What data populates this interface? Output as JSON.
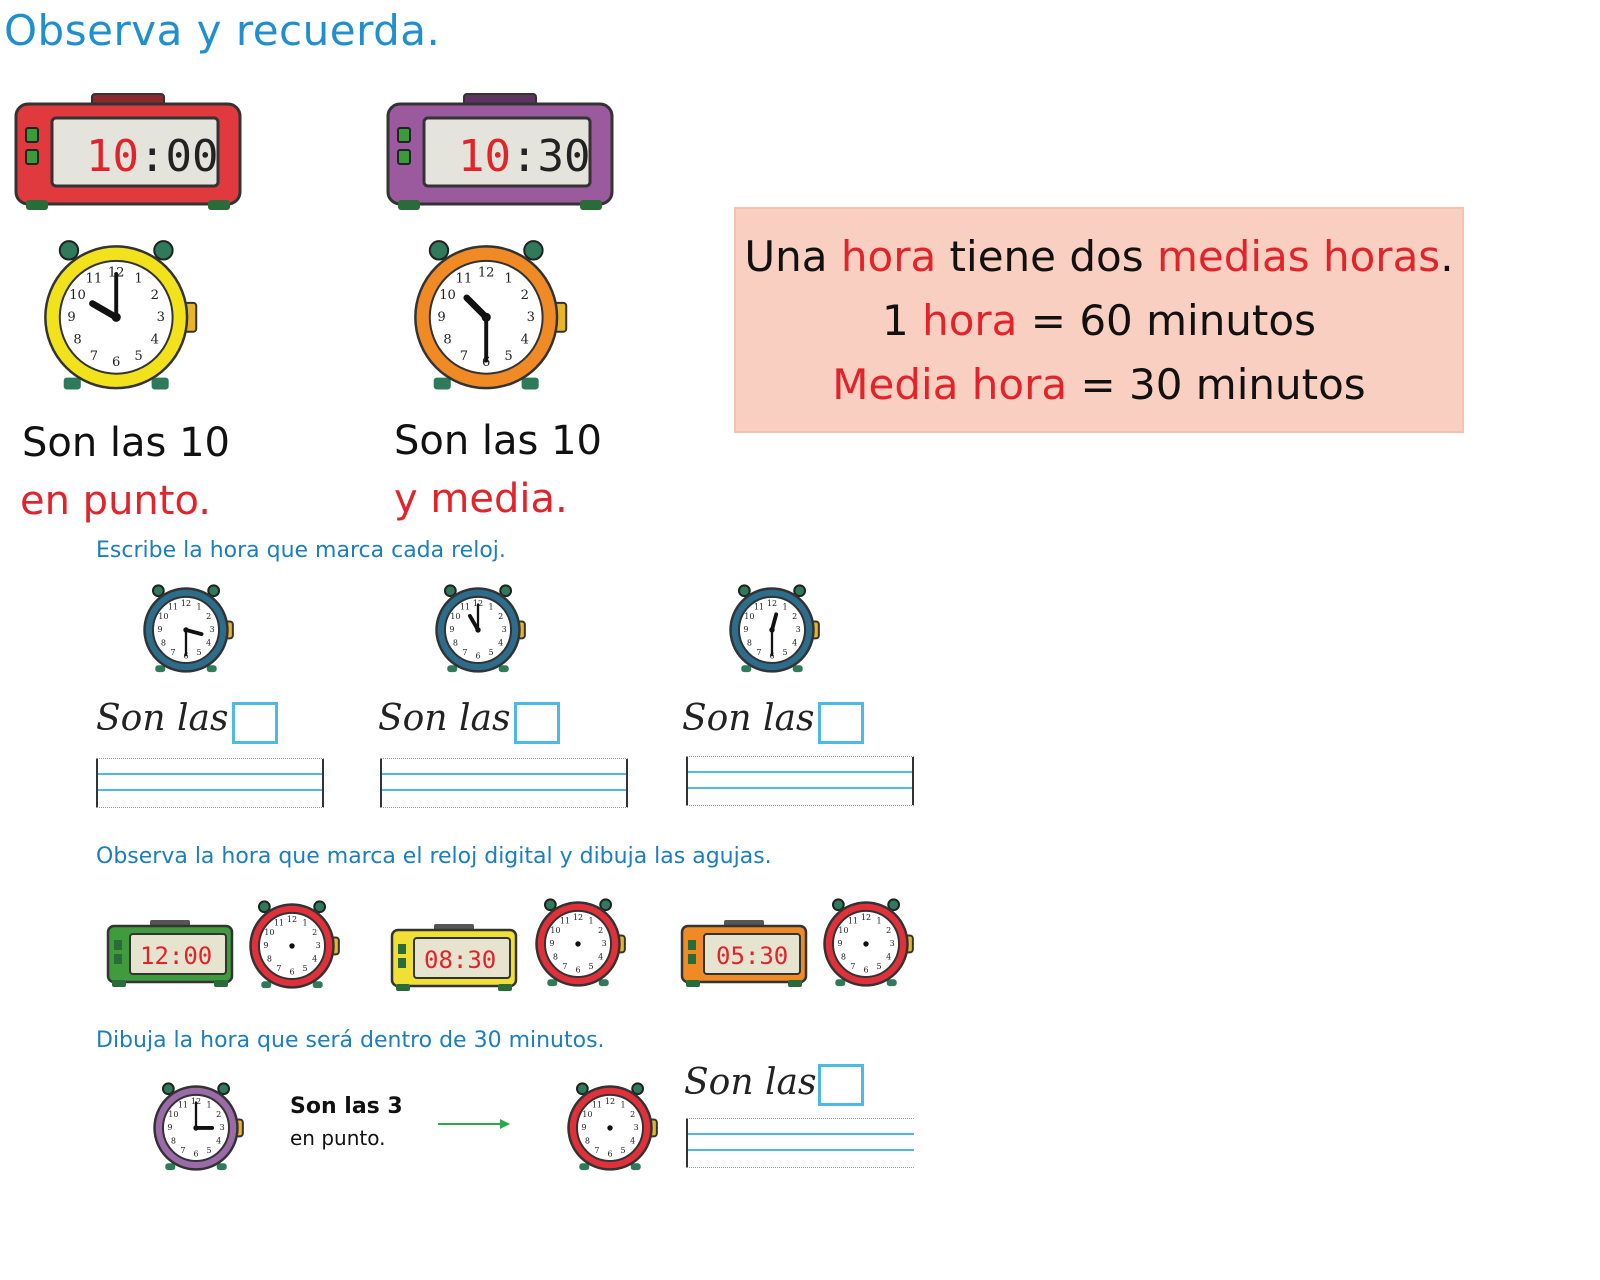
{
  "header": {
    "title": "Observa y recuerda."
  },
  "examples": [
    {
      "digital_time": "10:00",
      "digital_hour": "10",
      "digital_minutes": ":00",
      "line1": "Son las 10",
      "line2": "en punto.",
      "hour": 10,
      "minute": 0,
      "body_color": "#e03a3e",
      "clock_color": "#f2e21c"
    },
    {
      "digital_time": "10:30",
      "digital_hour": "10",
      "digital_minutes": ":30",
      "line1": "Son las 10",
      "line2": "y media.",
      "hour": 10,
      "minute": 30,
      "body_color": "#9b5a9e",
      "clock_color": "#f08a24"
    }
  ],
  "info_box": {
    "line1": {
      "a": "Una ",
      "b": "hora",
      "c": " tiene dos ",
      "d": "medias horas",
      "e": "."
    },
    "line2": {
      "a": "1 ",
      "b": "hora",
      "c": " = 60 minutos"
    },
    "line3": {
      "a": "Media hora",
      "b": " = 30 minutos"
    }
  },
  "exercise1": {
    "instruction": "Escribe la hora que marca cada reloj.",
    "prompt": "Son las",
    "clocks": [
      {
        "hour": 3,
        "minute": 30
      },
      {
        "hour": 11,
        "minute": 0
      },
      {
        "hour": 12,
        "minute": 30
      }
    ]
  },
  "exercise2": {
    "instruction": "Observa la hora que marca el reloj digital y dibuja las agujas.",
    "items": [
      {
        "time": "12:00",
        "body_color": "#3f9b3d"
      },
      {
        "time": "08:30",
        "body_color": "#f0e033"
      },
      {
        "time": "05:30",
        "body_color": "#f08a24"
      }
    ]
  },
  "exercise3": {
    "instruction": "Dibuja la hora que será dentro de 30 minutos.",
    "given_line1": "Son las 3",
    "given_line2": "en punto.",
    "prompt": "Son las",
    "clock": {
      "hour": 3,
      "minute": 0
    }
  },
  "colors": {
    "title_blue": "#1f8fd0",
    "accent_red": "#e2232a",
    "info_bg": "#f8cfc0",
    "line_blue": "#4fb9e6",
    "green_arrow": "#2ea84a"
  }
}
